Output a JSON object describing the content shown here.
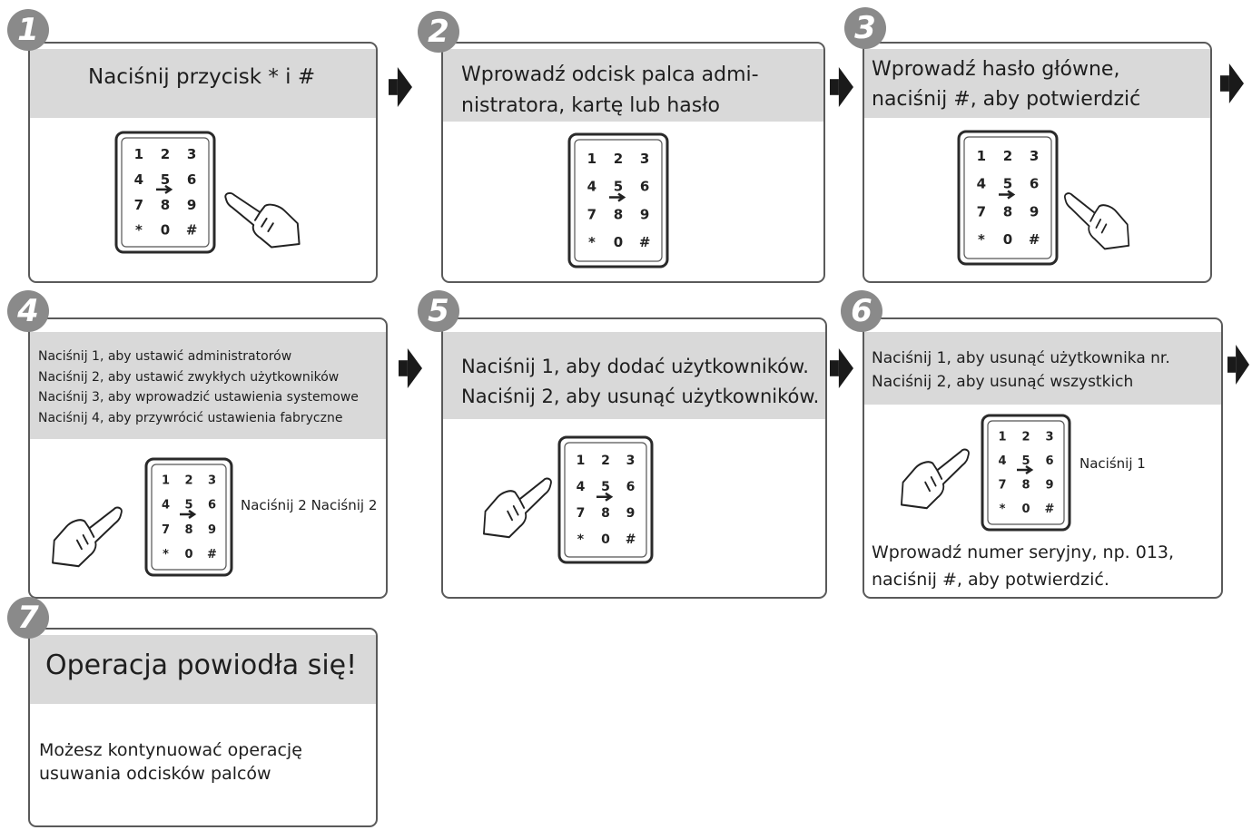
{
  "steps": [
    {
      "number": "1",
      "title": "Naciśnij przycisk * i #"
    },
    {
      "number": "2",
      "title": "Wprowadź odcisk palca admi-\nnistratora, kartę lub hasło"
    },
    {
      "number": "3",
      "title": "Wprowadź hasło główne,\nnaciśnij #, aby potwierdzić"
    },
    {
      "number": "4",
      "title": "Naciśnij 1, aby ustawić administratorów\nNaciśnij 2, aby ustawić zwykłych użytkowników\nNaciśnij 3, aby wprowadzić ustawienia systemowe\nNaciśnij 4, aby przywrócić ustawienia fabryczne",
      "note": "Naciśnij 2 Naciśnij 2"
    },
    {
      "number": "5",
      "title": "Naciśnij 1, aby dodać użytkowników.\nNaciśnij 2, aby usunąć użytkowników."
    },
    {
      "number": "6",
      "title": "Naciśnij 1, aby usunąć użytkownika nr.\nNaciśnij 2, aby usunąć wszystkich",
      "note": "Naciśnij 1",
      "footer": "Wprowadź numer seryjny, np. 013,\nnaciśnij #, aby potwierdzić."
    },
    {
      "number": "7",
      "title": "Operacja powiodła się!",
      "footer": "Możesz kontynuować operację\nusuwania odcisków palców"
    }
  ],
  "keypad_keys": [
    "1",
    "2",
    "3",
    "4",
    "5",
    "6",
    "7",
    "8",
    "9",
    "*",
    "0",
    "#"
  ],
  "icons": {
    "keypad": "keypad-icon",
    "hand": "pointing-hand-icon",
    "arrow": "next-step-arrow-icon"
  },
  "colors": {
    "band": "#d9d9d9",
    "border": "#5a5a5a",
    "badge": "#8a8a8a"
  }
}
